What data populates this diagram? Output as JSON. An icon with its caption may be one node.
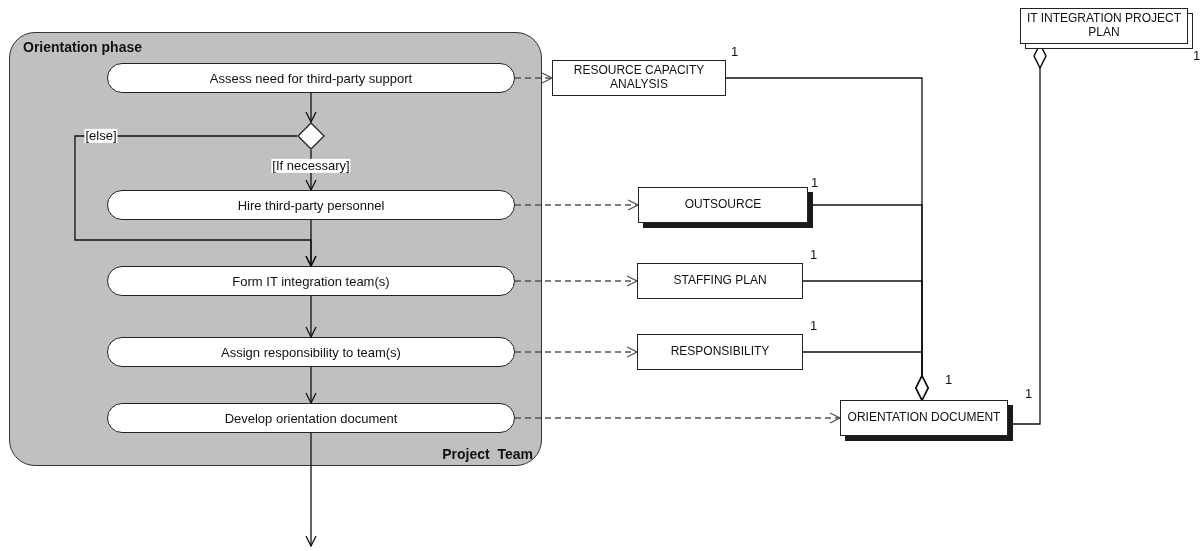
{
  "diagram": {
    "nodes": [
      {
        "text": [
          "Orientation phase",
          "Project  Team"
        ]
      },
      {
        "text": [
          "Assess need for third-party support"
        ],
        "in": 0
      },
      {
        "text": [],
        "shape": "diamond",
        "in": 0
      },
      {
        "text": [
          "Hire third-party personnel"
        ],
        "in": 0
      },
      {
        "text": [
          "Form IT integration team(s)"
        ],
        "in": 0
      },
      {
        "text": [
          "Assign responsibility to team(s)"
        ],
        "in": 0
      },
      {
        "text": [
          "Develop orientation document"
        ],
        "in": 0
      },
      {
        "text": [
          "RESOURCE CAPACITY ANALYSIS"
        ],
        "beside": [
          "1"
        ]
      },
      {
        "text": [
          "OUTSOURCE"
        ],
        "beside": [
          "1"
        ]
      },
      {
        "text": [
          "STAFFING PLAN"
        ],
        "beside": [
          "1"
        ]
      },
      {
        "text": [
          "RESPONSIBILITY"
        ],
        "beside": [
          "1"
        ]
      },
      {
        "text": [
          "ORIENTATION DOCUMENT"
        ],
        "beside": [
          "1",
          "1"
        ]
      },
      {
        "text": [
          "IT INTEGRATION PROJECT PLAN"
        ],
        "beside": [
          "1"
        ]
      }
    ],
    "edges": [
      {
        "from": 1,
        "to": 2,
        "arrow": "to"
      },
      {
        "from": 2,
        "to": 3,
        "arrow": "to",
        "label": "[If necessary]"
      },
      {
        "from": 2,
        "to": 4,
        "arrow": "to",
        "label": "[else]"
      },
      {
        "from": 3,
        "to": 4,
        "arrow": "to"
      },
      {
        "from": 4,
        "to": 5,
        "arrow": "to"
      },
      {
        "from": 5,
        "to": 6,
        "arrow": "to"
      },
      {
        "from": 6,
        "to": null,
        "arrow": "to"
      },
      {
        "from": 1,
        "to": 7,
        "arrow": "to",
        "style": "dashed",
        "color": "#555555"
      },
      {
        "from": 3,
        "to": 8,
        "arrow": "to",
        "style": "dashed",
        "color": "#555555"
      },
      {
        "from": 4,
        "to": 9,
        "arrow": "to",
        "style": "dashed",
        "color": "#555555"
      },
      {
        "from": 5,
        "to": 10,
        "arrow": "to",
        "style": "dashed",
        "color": "#555555"
      },
      {
        "from": 6,
        "to": 11,
        "arrow": "to",
        "style": "dashed",
        "color": "#555555"
      },
      {
        "from": 7,
        "to": 11,
        "arrow": "other"
      },
      {
        "from": 8,
        "to": 11,
        "arrow": "other"
      },
      {
        "from": 9,
        "to": 11,
        "arrow": "other"
      },
      {
        "from": 10,
        "to": 11,
        "arrow": "other"
      },
      {
        "from": 11,
        "to": 12,
        "arrow": "other"
      }
    ]
  }
}
